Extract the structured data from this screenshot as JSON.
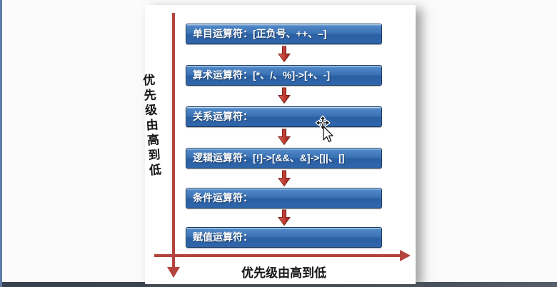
{
  "window": {
    "background": "#fbfbfb",
    "left_edge_color": "#5f7ea4",
    "bottom_bar_color": "#38424f"
  },
  "slide": {
    "background": "#ffffff"
  },
  "diagram": {
    "vertical_axis_label": "优先级由高到低",
    "horizontal_axis_label": "优先级由高到低",
    "axis_color": "#b5443e",
    "arrow_color": "#c14a40",
    "box_border_color": "#17365d",
    "box_gradient_top": "#6ba3d9",
    "box_gradient_bottom": "#2b5fa3",
    "box_text_color": "#ffffff",
    "boxes": [
      {
        "label": "单目运算符：[正负号、++、–]"
      },
      {
        "label": "算术运算符：[*、/、%]->[+、-]"
      },
      {
        "label": "关系运算符："
      },
      {
        "label": "逻辑运算符：[!]->[&&、&]->[||、|]"
      },
      {
        "label": "条件运算符："
      },
      {
        "label": "赋值运算符："
      }
    ]
  },
  "cursor": {
    "type": "move-pointer"
  }
}
